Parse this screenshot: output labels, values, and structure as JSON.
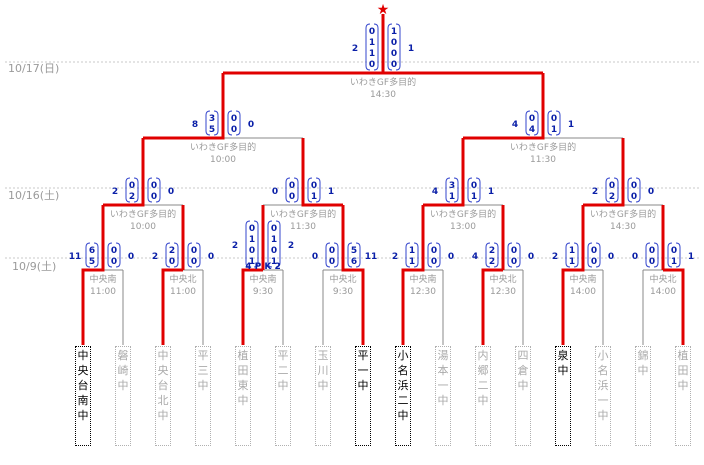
{
  "dates": [
    "10/17(日)",
    "10/16(土)",
    "10/9(土)"
  ],
  "champion_marker": "★",
  "teams": [
    {
      "name": "中央台南中",
      "winner": true
    },
    {
      "name": "磐崎中",
      "winner": false
    },
    {
      "name": "中央台北中",
      "winner": false
    },
    {
      "name": "平三中",
      "winner": false
    },
    {
      "name": "植田東中",
      "winner": false
    },
    {
      "name": "平二中",
      "winner": false
    },
    {
      "name": "玉川中",
      "winner": false
    },
    {
      "name": "平一中",
      "winner": true
    },
    {
      "name": "小名浜二中",
      "winner": true
    },
    {
      "name": "湯本一中",
      "winner": false
    },
    {
      "name": "内郷二中",
      "winner": false
    },
    {
      "name": "四倉中",
      "winner": false
    },
    {
      "name": "泉中",
      "winner": true
    },
    {
      "name": "小名浜一中",
      "winner": false
    },
    {
      "name": "錦中",
      "winner": false
    },
    {
      "name": "植田中",
      "winner": false
    }
  ],
  "r1": [
    {
      "venue": "中央南",
      "time": "11:00",
      "l": "11",
      "r": "0",
      "cl": [
        "6",
        "5"
      ],
      "cr": [
        "0",
        "0"
      ]
    },
    {
      "venue": "中央北",
      "time": "11:00",
      "l": "2",
      "r": "0",
      "cl": [
        "2",
        "0"
      ],
      "cr": [
        "0",
        "0"
      ]
    },
    {
      "venue": "中央南",
      "time": "9:30",
      "l": "2",
      "r": "2",
      "cl": [
        "0",
        "1",
        "0",
        "1"
      ],
      "cr": [
        "0",
        "1",
        "0",
        "1"
      ],
      "pk": "4 P K 2"
    },
    {
      "venue": "中央北",
      "time": "9:30",
      "l": "0",
      "r": "11",
      "cl": [
        "0",
        "0"
      ],
      "cr": [
        "5",
        "6"
      ]
    },
    {
      "venue": "中央南",
      "time": "12:30",
      "l": "2",
      "r": "0",
      "cl": [
        "1",
        "1"
      ],
      "cr": [
        "0",
        "0"
      ]
    },
    {
      "venue": "中央北",
      "time": "12:30",
      "l": "4",
      "r": "0",
      "cl": [
        "2",
        "2"
      ],
      "cr": [
        "0",
        "0"
      ]
    },
    {
      "venue": "中央南",
      "time": "14:00",
      "l": "2",
      "r": "0",
      "cl": [
        "1",
        "1"
      ],
      "cr": [
        "0",
        "0"
      ]
    },
    {
      "venue": "中央北",
      "time": "14:00",
      "l": "0",
      "r": "1",
      "cl": [
        "0",
        "0"
      ],
      "cr": [
        "0",
        "1"
      ]
    }
  ],
  "r2": [
    {
      "venue": "いわきGF多目的",
      "time": "10:00",
      "l": "2",
      "r": "0",
      "cl": [
        "0",
        "2"
      ],
      "cr": [
        "0",
        "0"
      ]
    },
    {
      "venue": "いわきGF多目的",
      "time": "11:30",
      "l": "0",
      "r": "1",
      "cl": [
        "0",
        "0"
      ],
      "cr": [
        "0",
        "1"
      ]
    },
    {
      "venue": "いわきGF多目的",
      "time": "13:00",
      "l": "4",
      "r": "1",
      "cl": [
        "3",
        "1"
      ],
      "cr": [
        "0",
        "1"
      ]
    },
    {
      "venue": "いわきGF多目的",
      "time": "14:30",
      "l": "2",
      "r": "0",
      "cl": [
        "0",
        "2"
      ],
      "cr": [
        "0",
        "0"
      ]
    }
  ],
  "sf": [
    {
      "venue": "いわきGF多目的",
      "time": "10:00",
      "l": "8",
      "r": "0",
      "cl": [
        "3",
        "5"
      ],
      "cr": [
        "0",
        "0"
      ]
    },
    {
      "venue": "いわきGF多目的",
      "time": "11:30",
      "l": "4",
      "r": "1",
      "cl": [
        "0",
        "4"
      ],
      "cr": [
        "0",
        "1"
      ]
    }
  ],
  "final": {
    "venue": "いわきGF多目的",
    "time": "14:30",
    "l": "2",
    "r": "1",
    "cl": [
      "0",
      "1",
      "1",
      "0"
    ],
    "cr": [
      "1",
      "0",
      "0",
      "0"
    ]
  }
}
